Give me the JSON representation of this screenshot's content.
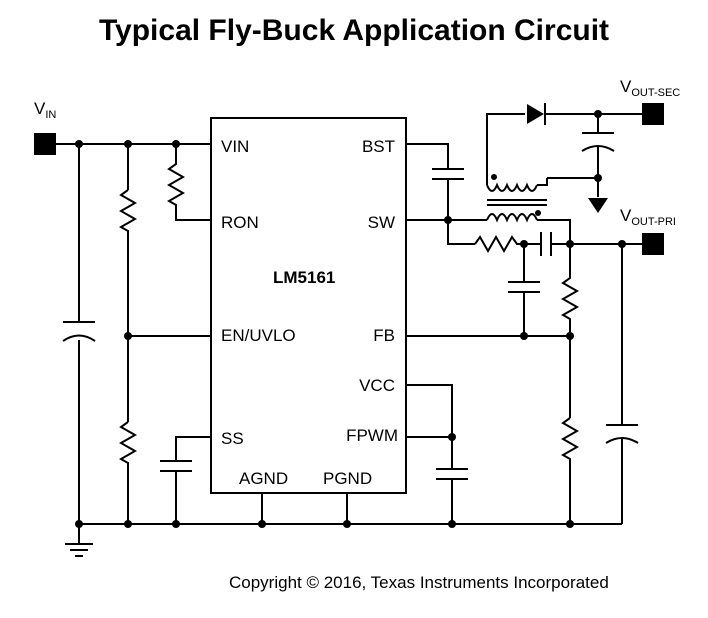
{
  "title": "Typical Fly-Buck Application Circuit",
  "copyright": "Copyright © 2016, Texas Instruments Incorporated",
  "ic": {
    "name": "LM5161",
    "left_pins": [
      "VIN",
      "RON",
      "EN/UVLO",
      "SS"
    ],
    "right_pins": [
      "BST",
      "SW",
      "FB",
      "VCC",
      "FPWM"
    ],
    "bottom_pins": [
      "AGND",
      "PGND"
    ]
  },
  "ports": {
    "vin": {
      "main": "V",
      "sub": "IN"
    },
    "vout_sec": {
      "main": "V",
      "sub": "OUT-SEC"
    },
    "vout_pri": {
      "main": "V",
      "sub": "OUT-PRI"
    }
  }
}
